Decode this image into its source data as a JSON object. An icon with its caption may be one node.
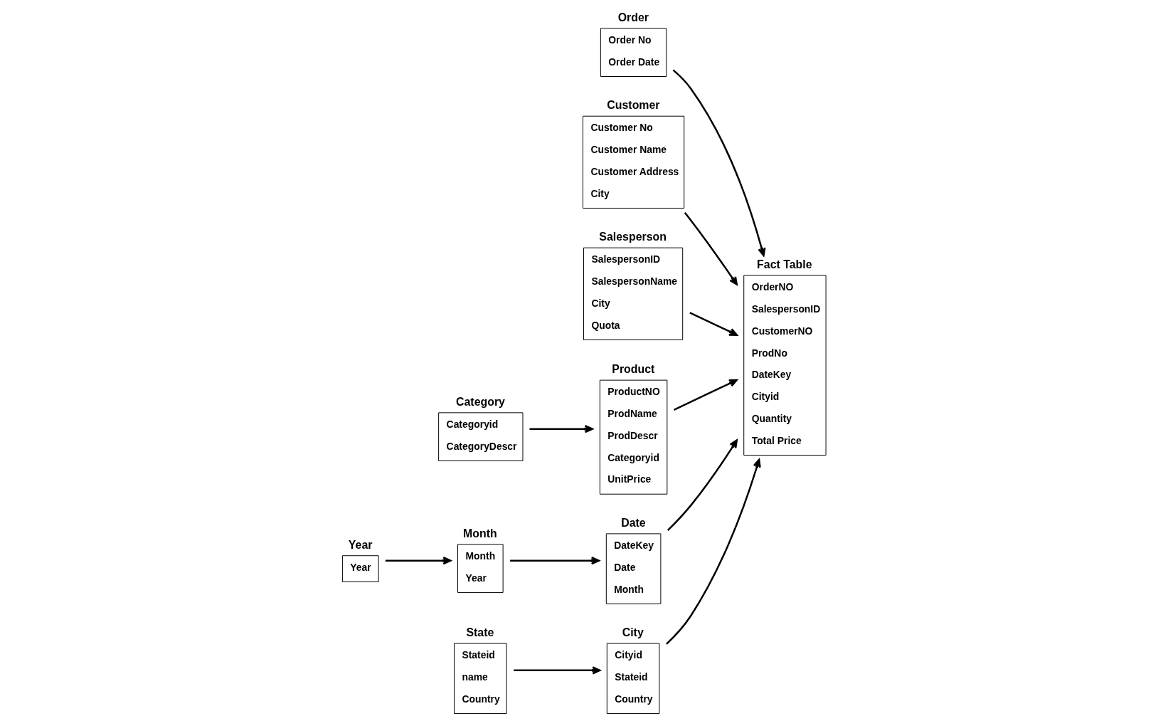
{
  "diagram": {
    "nodes": [
      {
        "text": [
          "Order",
          "Order No",
          "Order Date"
        ]
      },
      {
        "text": [
          "Customer",
          "Customer No",
          "Customer Name",
          "Customer Address",
          "City"
        ]
      },
      {
        "text": [
          "Salesperson",
          "SalespersonID",
          "SalespersonName",
          "City",
          "Quota"
        ]
      },
      {
        "text": [
          "Fact Table",
          "OrderNO",
          "SalespersonID",
          "CustomerNO",
          "ProdNo",
          "DateKey",
          "Cityid",
          "Quantity",
          "Total Price"
        ]
      },
      {
        "text": [
          "Product",
          "ProductNO",
          "ProdName",
          "ProdDescr",
          "Categoryid",
          "UnitPrice"
        ]
      },
      {
        "text": [
          "Category",
          "Categoryid",
          "CategoryDescr"
        ]
      },
      {
        "text": [
          "Date",
          "DateKey",
          "Date",
          "Month"
        ]
      },
      {
        "text": [
          "Month",
          "Month",
          "Year"
        ]
      },
      {
        "text": [
          "Year",
          "Year"
        ]
      },
      {
        "text": [
          "City",
          "Cityid",
          "Stateid",
          "Country"
        ]
      },
      {
        "text": [
          "State",
          "Stateid",
          "name",
          "Country"
        ]
      }
    ],
    "edges": [
      {
        "from": 0,
        "to": 3,
        "arrow": "to"
      },
      {
        "from": 1,
        "to": 3,
        "arrow": "to"
      },
      {
        "from": 2,
        "to": 3,
        "arrow": "to"
      },
      {
        "from": 4,
        "to": 3,
        "arrow": "to"
      },
      {
        "from": 5,
        "to": 4,
        "arrow": "to"
      },
      {
        "from": 6,
        "to": 3,
        "arrow": "to"
      },
      {
        "from": 7,
        "to": 6,
        "arrow": "to"
      },
      {
        "from": 8,
        "to": 7,
        "arrow": "to"
      },
      {
        "from": 9,
        "to": 3,
        "arrow": "to"
      },
      {
        "from": 10,
        "to": 9,
        "arrow": "to"
      }
    ]
  }
}
